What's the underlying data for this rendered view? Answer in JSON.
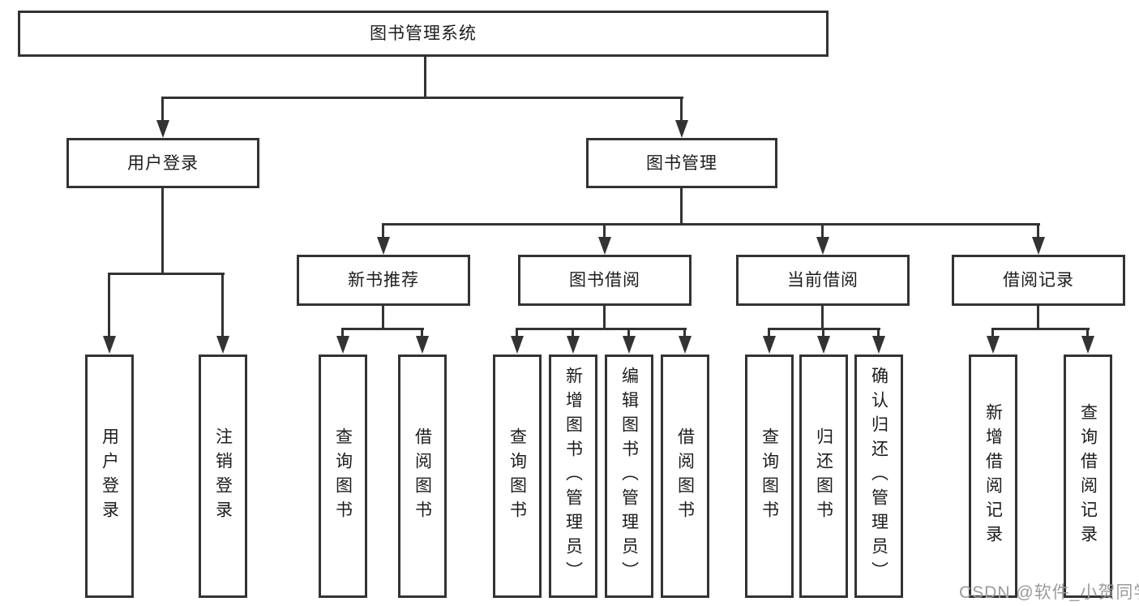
{
  "diagram": {
    "type": "hierarchy-tree",
    "tree": {
      "label": "图书管理系统",
      "children": [
        {
          "label": "用户登录",
          "children": [
            {
              "label": "用户登录"
            },
            {
              "label": "注销登录"
            }
          ]
        },
        {
          "label": "图书管理",
          "children": [
            {
              "label": "新书推荐",
              "children": [
                {
                  "label": "查询图书"
                },
                {
                  "label": "借阅图书"
                }
              ]
            },
            {
              "label": "图书借阅",
              "children": [
                {
                  "label": "查询图书"
                },
                {
                  "label": "新增图书（管理员）"
                },
                {
                  "label": "编辑图书（管理员）"
                },
                {
                  "label": "借阅图书"
                }
              ]
            },
            {
              "label": "当前借阅",
              "children": [
                {
                  "label": "查询图书"
                },
                {
                  "label": "归还图书"
                },
                {
                  "label": "确认归还（管理员）"
                }
              ]
            },
            {
              "label": "借阅记录",
              "children": [
                {
                  "label": "新增借阅记录"
                },
                {
                  "label": "查询借阅记录"
                }
              ]
            }
          ]
        }
      ]
    },
    "colors": {
      "line": "#333333",
      "text": "#1c1c1c",
      "box_background": "#ffffff",
      "watermark": "#9b9b9b"
    }
  },
  "watermark": {
    "text": "CSDN @软件_小贺同学"
  }
}
